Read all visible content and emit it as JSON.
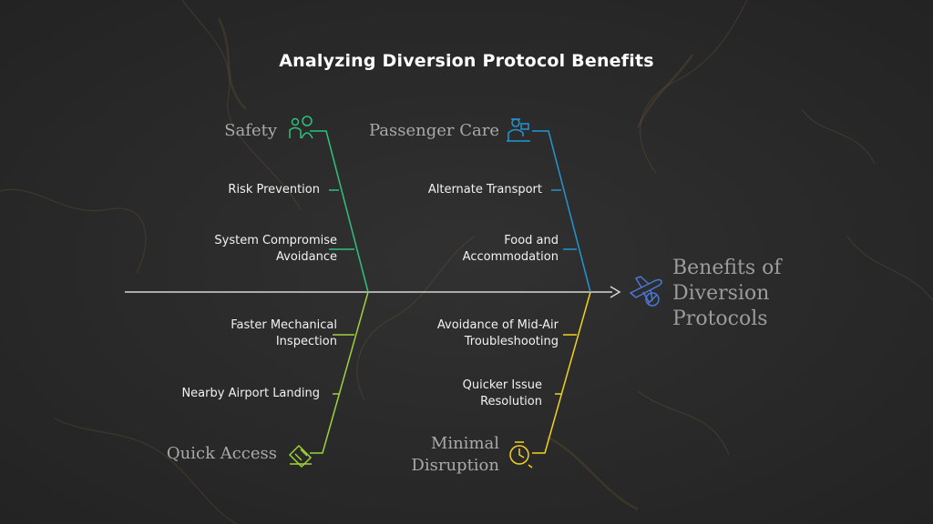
{
  "title": "Analyzing Diversion Protocol Benefits",
  "effect": {
    "lines": [
      "Benefits of",
      "Diversion",
      "Protocols"
    ],
    "icon": "airplane-no-icon",
    "color": "#4a78d6"
  },
  "categories": {
    "safety": {
      "label": "Safety",
      "icon": "people-icon",
      "color": "#2ec27e",
      "causes": [
        "Risk Prevention",
        "System Compromise Avoidance"
      ]
    },
    "passenger_care": {
      "label": "Passenger Care",
      "icon": "attendant-icon",
      "color": "#2196d3",
      "causes": [
        "Alternate Transport",
        "Food and Accommodation"
      ]
    },
    "quick_access": {
      "label": "Quick Access",
      "icon": "landing-ticket-icon",
      "color": "#9fd13a",
      "causes": [
        "Faster Mechanical Inspection",
        "Nearby Airport Landing"
      ]
    },
    "minimal_disruption": {
      "label_lines": [
        "Minimal",
        "Disruption"
      ],
      "icon": "timer-icon",
      "color": "#f2d21c",
      "causes": [
        "Avoidance of Mid-Air Troubleshooting",
        "Quicker Issue Resolution"
      ]
    }
  },
  "spine_color": "#d6d6d6"
}
